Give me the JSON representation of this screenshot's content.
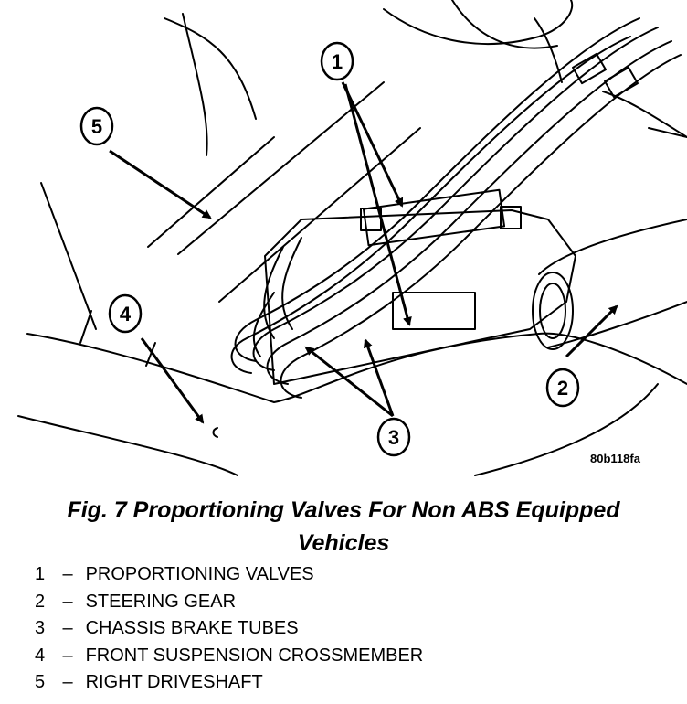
{
  "figure": {
    "callouts": [
      "1",
      "2",
      "3",
      "4",
      "5"
    ],
    "figure_id": "80b118fa"
  },
  "caption": {
    "line1": "Fig. 7 Proportioning Valves For Non ABS Equipped",
    "line2": "Vehicles"
  },
  "legend": [
    {
      "num": "1",
      "dash": "–",
      "label": "PROPORTIONING VALVES"
    },
    {
      "num": "2",
      "dash": "–",
      "label": "STEERING GEAR"
    },
    {
      "num": "3",
      "dash": "–",
      "label": "CHASSIS BRAKE TUBES"
    },
    {
      "num": "4",
      "dash": "–",
      "label": "FRONT SUSPENSION CROSSMEMBER"
    },
    {
      "num": "5",
      "dash": "–",
      "label": "RIGHT DRIVESHAFT"
    }
  ]
}
